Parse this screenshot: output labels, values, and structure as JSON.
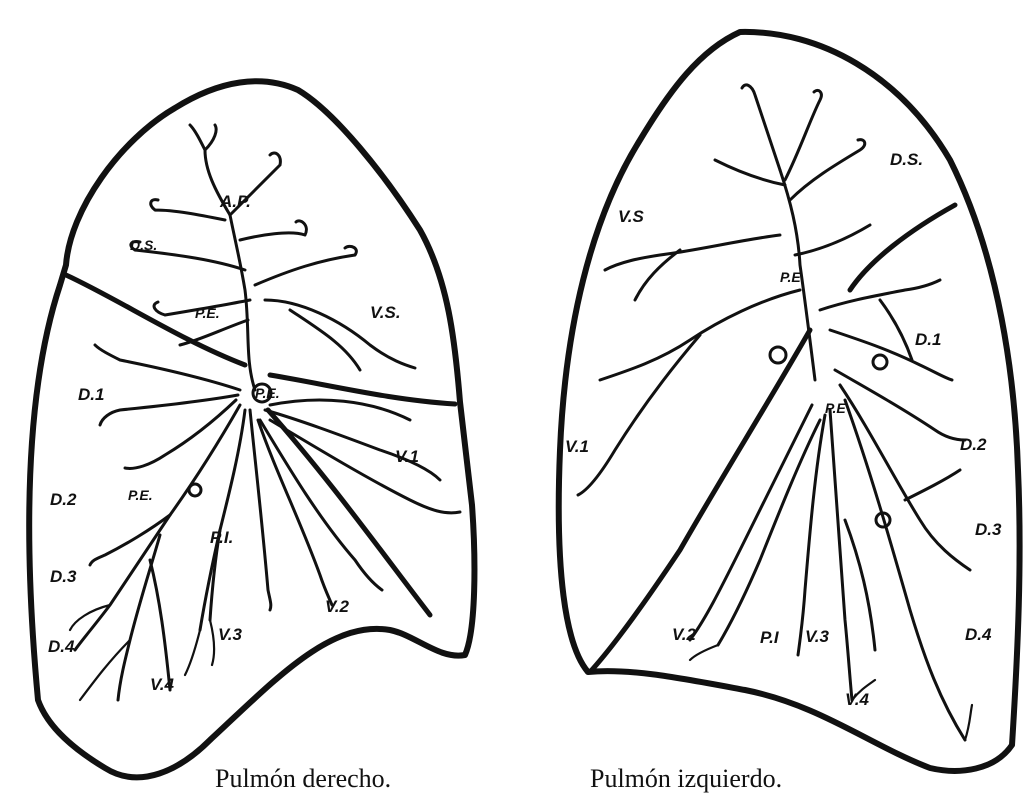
{
  "captions": {
    "right_lung": "Pulmón derecho.",
    "left_lung": "Pulmón izquierdo."
  },
  "right_lung": {
    "labels": {
      "ap": "A.P.",
      "ds": "D.S.",
      "pe_upper": "P.E.",
      "vs": "V.S.",
      "pe_mid": "P.E.",
      "d1": "D.1",
      "d2": "D.2",
      "pe_lower": "P.E.",
      "pi": "P.I.",
      "d3": "D.3",
      "d4": "D.4",
      "v1": "V.1",
      "v2": "V.2",
      "v3": "V.3",
      "v4": "V.4"
    }
  },
  "left_lung": {
    "labels": {
      "ds": "D.S.",
      "vs": "V.S",
      "pe_upper": "P.E",
      "d1": "D.1",
      "v1": "V.1",
      "pe_lower": "P.E",
      "d2": "D.2",
      "d3": "D.3",
      "d4": "D.4",
      "v2": "V.2",
      "pi": "P.I",
      "v3": "V.3",
      "v4": "V.4"
    }
  }
}
